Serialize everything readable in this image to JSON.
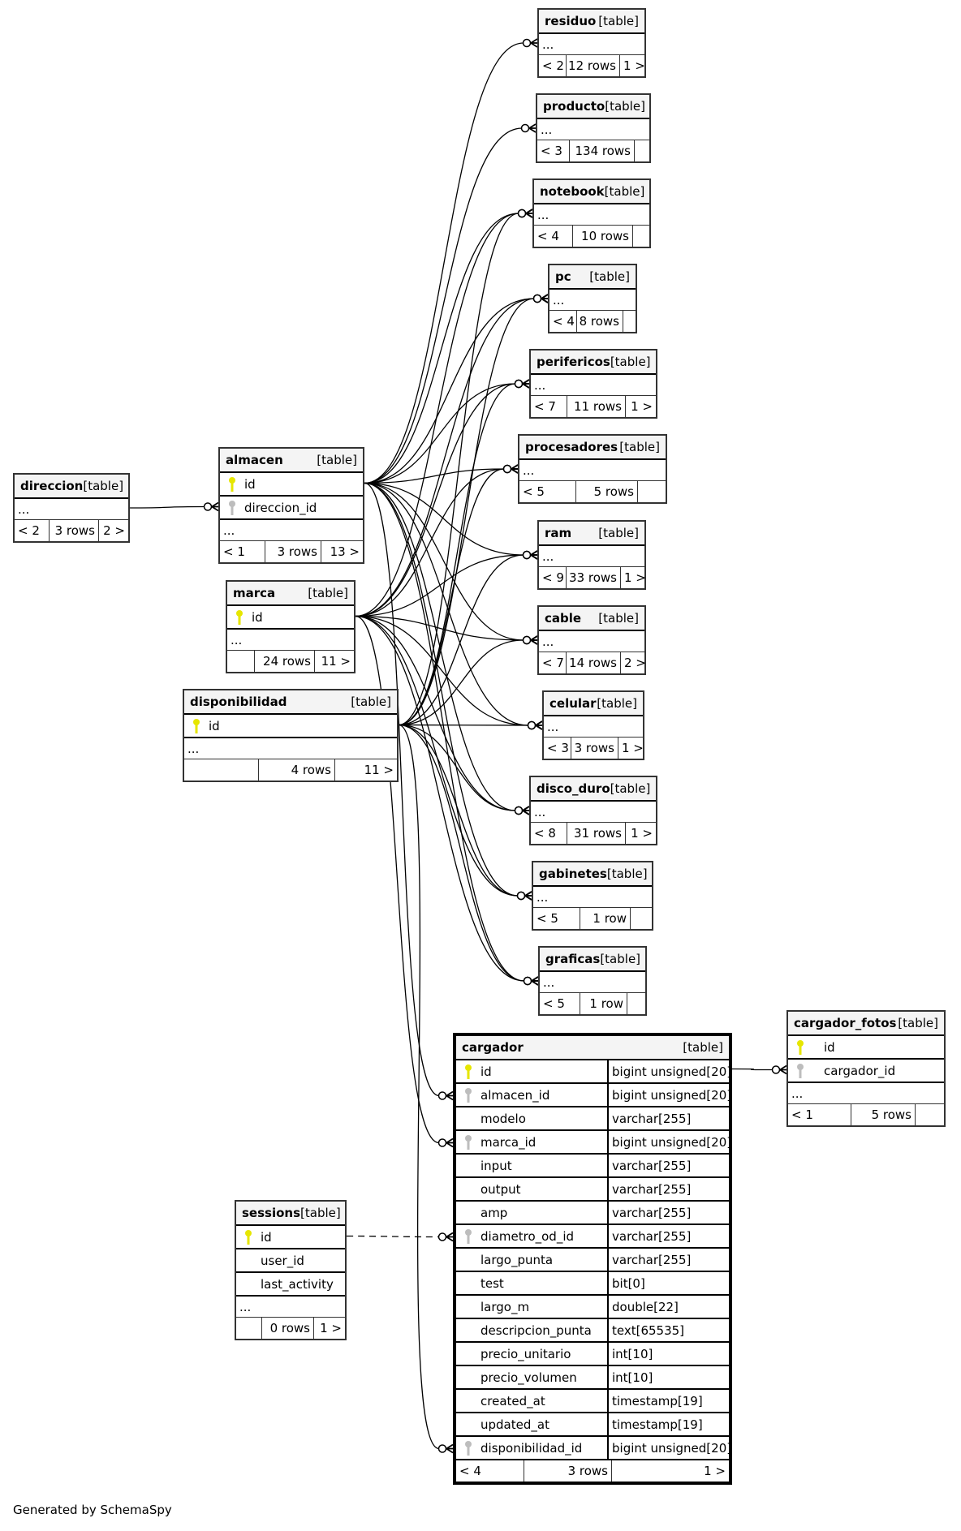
{
  "colors": {
    "primary_key": "#e6e600",
    "foreign_key": "#bdbdbd",
    "header_bg": "#f4f4f4",
    "line": "#000000"
  },
  "tables": {
    "residuo": {
      "name": "residuo",
      "type": "[table]",
      "ellipsis": "...",
      "parents": "< 2",
      "rows": "12 rows",
      "children": "1 >"
    },
    "producto": {
      "name": "producto",
      "type": "[table]",
      "ellipsis": "...",
      "parents": "< 3",
      "rows": "134 rows",
      "children": ""
    },
    "notebook": {
      "name": "notebook",
      "type": "[table]",
      "ellipsis": "...",
      "parents": "< 4",
      "rows": "10 rows",
      "children": ""
    },
    "pc": {
      "name": "pc",
      "type": "[table]",
      "ellipsis": "...",
      "parents": "< 4",
      "rows": "8 rows",
      "children": ""
    },
    "perifericos": {
      "name": "perifericos",
      "type": "[table]",
      "ellipsis": "...",
      "parents": "< 7",
      "rows": "11 rows",
      "children": "1 >"
    },
    "procesadores": {
      "name": "procesadores",
      "type": "[table]",
      "ellipsis": "...",
      "parents": "< 5",
      "rows": "5 rows",
      "children": ""
    },
    "ram": {
      "name": "ram",
      "type": "[table]",
      "ellipsis": "...",
      "parents": "< 9",
      "rows": "33 rows",
      "children": "1 >"
    },
    "cable": {
      "name": "cable",
      "type": "[table]",
      "ellipsis": "...",
      "parents": "< 7",
      "rows": "14 rows",
      "children": "2 >"
    },
    "celular": {
      "name": "celular",
      "type": "[table]",
      "ellipsis": "...",
      "parents": "< 3",
      "rows": "3 rows",
      "children": "1 >"
    },
    "disco_duro": {
      "name": "disco_duro",
      "type": "[table]",
      "ellipsis": "...",
      "parents": "< 8",
      "rows": "31 rows",
      "children": "1 >"
    },
    "gabinetes": {
      "name": "gabinetes",
      "type": "[table]",
      "ellipsis": "...",
      "parents": "< 5",
      "rows": "1 row",
      "children": ""
    },
    "graficas": {
      "name": "graficas",
      "type": "[table]",
      "ellipsis": "...",
      "parents": "< 5",
      "rows": "1 row",
      "children": ""
    },
    "direccion": {
      "name": "direccion",
      "type": "[table]",
      "ellipsis": "...",
      "parents": "< 2",
      "rows": "3 rows",
      "children": "2 >"
    },
    "almacen": {
      "name": "almacen",
      "type": "[table]",
      "columns": [
        {
          "name": "id",
          "key": "primary"
        },
        {
          "name": "direccion_id",
          "key": "foreign"
        }
      ],
      "ellipsis": "...",
      "parents": "< 1",
      "rows": "3 rows",
      "children": "13 >"
    },
    "marca": {
      "name": "marca",
      "type": "[table]",
      "columns": [
        {
          "name": "id",
          "key": "primary"
        }
      ],
      "ellipsis": "...",
      "parents": "",
      "rows": "24 rows",
      "children": "11 >"
    },
    "disponibilidad": {
      "name": "disponibilidad",
      "type": "[table]",
      "columns": [
        {
          "name": "id",
          "key": "primary"
        }
      ],
      "ellipsis": "...",
      "parents": "",
      "rows": "4 rows",
      "children": "11 >"
    },
    "cargador": {
      "name": "cargador",
      "type": "[table]",
      "columns": [
        {
          "name": "id",
          "type": "bigint unsigned[20]",
          "key": "primary"
        },
        {
          "name": "almacen_id",
          "type": "bigint unsigned[20]",
          "key": "foreign"
        },
        {
          "name": "modelo",
          "type": "varchar[255]",
          "key": "none"
        },
        {
          "name": "marca_id",
          "type": "bigint unsigned[20]",
          "key": "foreign"
        },
        {
          "name": "input",
          "type": "varchar[255]",
          "key": "none"
        },
        {
          "name": "output",
          "type": "varchar[255]",
          "key": "none"
        },
        {
          "name": "amp",
          "type": "varchar[255]",
          "key": "none"
        },
        {
          "name": "diametro_od_id",
          "type": "varchar[255]",
          "key": "foreign"
        },
        {
          "name": "largo_punta",
          "type": "varchar[255]",
          "key": "none"
        },
        {
          "name": "test",
          "type": "bit[0]",
          "key": "none"
        },
        {
          "name": "largo_m",
          "type": "double[22]",
          "key": "none"
        },
        {
          "name": "descripcion_punta",
          "type": "text[65535]",
          "key": "none"
        },
        {
          "name": "precio_unitario",
          "type": "int[10]",
          "key": "none"
        },
        {
          "name": "precio_volumen",
          "type": "int[10]",
          "key": "none"
        },
        {
          "name": "created_at",
          "type": "timestamp[19]",
          "key": "none"
        },
        {
          "name": "updated_at",
          "type": "timestamp[19]",
          "key": "none"
        },
        {
          "name": "disponibilidad_id",
          "type": "bigint unsigned[20]",
          "key": "foreign"
        }
      ],
      "parents": "< 4",
      "rows": "3 rows",
      "children": "1 >"
    },
    "cargador_fotos": {
      "name": "cargador_fotos",
      "type": "[table]",
      "columns": [
        {
          "name": "id",
          "key": "primary"
        },
        {
          "name": "cargador_id",
          "key": "foreign"
        }
      ],
      "ellipsis": "...",
      "parents": "< 1",
      "rows": "5 rows",
      "children": ""
    },
    "sessions": {
      "name": "sessions",
      "type": "[table]",
      "columns": [
        {
          "name": "id",
          "key": "primary"
        },
        {
          "name": "user_id",
          "key": "none"
        },
        {
          "name": "last_activity",
          "key": "none"
        }
      ],
      "ellipsis": "...",
      "parents": "",
      "rows": "0 rows",
      "children": "1 >"
    }
  },
  "relationships": [
    {
      "from": "direccion",
      "to": "almacen.direccion_id",
      "style": "solid"
    },
    {
      "from": "almacen",
      "to": "cargador.almacen_id",
      "style": "solid"
    },
    {
      "from": "marca",
      "to": "cargador.marca_id",
      "style": "solid"
    },
    {
      "from": "disponibilidad",
      "to": "cargador.disponibilidad_id",
      "style": "solid"
    },
    {
      "from": "cargador",
      "to": "cargador_fotos.cargador_id",
      "style": "solid"
    },
    {
      "from": "sessions",
      "to": "cargador.diametro_od_id",
      "style": "dashed"
    },
    {
      "from": "almacen",
      "to": "residuo",
      "style": "solid"
    },
    {
      "from": "almacen",
      "to": "producto",
      "style": "solid"
    },
    {
      "from": "almacen",
      "to": "notebook",
      "style": "solid"
    },
    {
      "from": "marca",
      "to": "notebook",
      "style": "solid"
    },
    {
      "from": "disponibilidad",
      "to": "notebook",
      "style": "solid"
    },
    {
      "from": "almacen",
      "to": "pc",
      "style": "solid"
    },
    {
      "from": "marca",
      "to": "pc",
      "style": "solid"
    },
    {
      "from": "disponibilidad",
      "to": "pc",
      "style": "solid"
    },
    {
      "from": "almacen",
      "to": "perifericos",
      "style": "solid"
    },
    {
      "from": "marca",
      "to": "perifericos",
      "style": "solid"
    },
    {
      "from": "disponibilidad",
      "to": "perifericos",
      "style": "solid"
    },
    {
      "from": "almacen",
      "to": "procesadores",
      "style": "solid"
    },
    {
      "from": "marca",
      "to": "procesadores",
      "style": "solid"
    },
    {
      "from": "disponibilidad",
      "to": "procesadores",
      "style": "solid"
    },
    {
      "from": "almacen",
      "to": "ram",
      "style": "solid"
    },
    {
      "from": "marca",
      "to": "ram",
      "style": "solid"
    },
    {
      "from": "disponibilidad",
      "to": "ram",
      "style": "solid"
    },
    {
      "from": "almacen",
      "to": "cable",
      "style": "solid"
    },
    {
      "from": "marca",
      "to": "cable",
      "style": "solid"
    },
    {
      "from": "disponibilidad",
      "to": "cable",
      "style": "solid"
    },
    {
      "from": "almacen",
      "to": "celular",
      "style": "solid"
    },
    {
      "from": "marca",
      "to": "celular",
      "style": "solid"
    },
    {
      "from": "disponibilidad",
      "to": "celular",
      "style": "solid"
    },
    {
      "from": "almacen",
      "to": "disco_duro",
      "style": "solid"
    },
    {
      "from": "marca",
      "to": "disco_duro",
      "style": "solid"
    },
    {
      "from": "disponibilidad",
      "to": "disco_duro",
      "style": "solid"
    },
    {
      "from": "almacen",
      "to": "gabinetes",
      "style": "solid"
    },
    {
      "from": "marca",
      "to": "gabinetes",
      "style": "solid"
    },
    {
      "from": "disponibilidad",
      "to": "gabinetes",
      "style": "solid"
    },
    {
      "from": "almacen",
      "to": "graficas",
      "style": "solid"
    },
    {
      "from": "marca",
      "to": "graficas",
      "style": "solid"
    },
    {
      "from": "disponibilidad",
      "to": "graficas",
      "style": "solid"
    }
  ],
  "footer": {
    "text": "Generated by SchemaSpy"
  }
}
